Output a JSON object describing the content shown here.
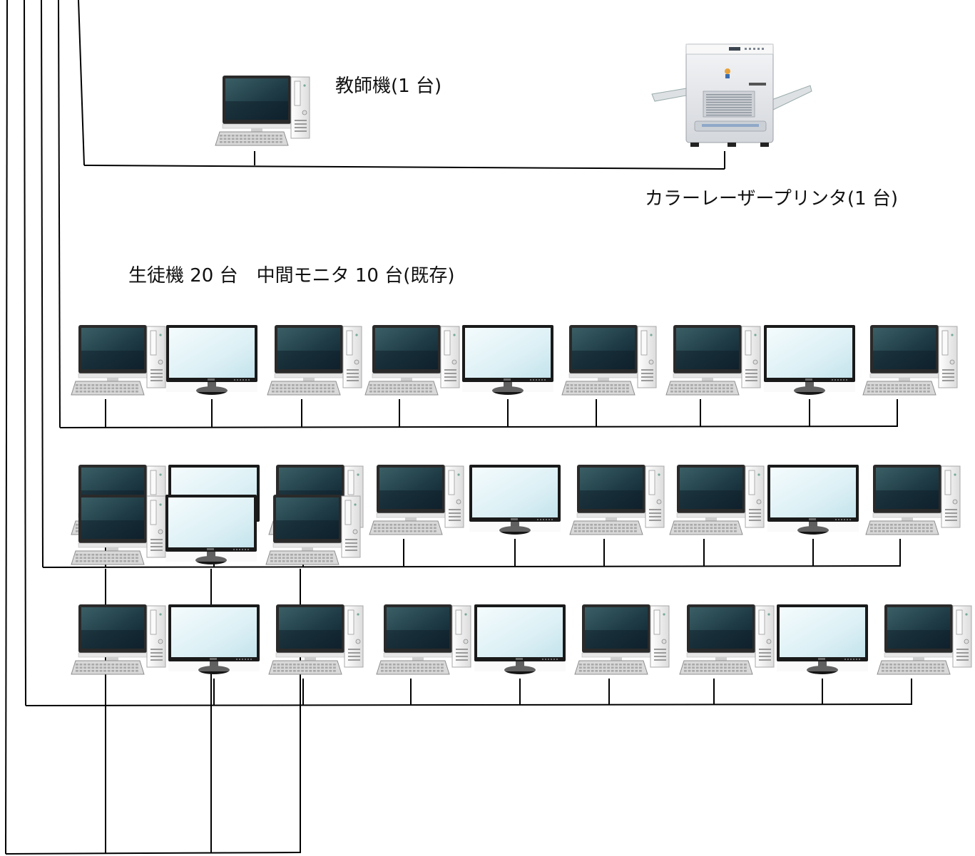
{
  "labels": {
    "teacher": "教師機(1 台)",
    "printer": "カラーレーザープリンタ(1 台)",
    "students": "生徒機 20 台　中間モニタ 10 台(既存)"
  },
  "colors": {
    "line": "#000000",
    "screen_dark": "#1e3a45",
    "screen_light": "#dff1f6",
    "bezel": "#1a1a1a",
    "case": "#f3f3f3",
    "keyboard": "#d9d9d9",
    "printer_body": "#e9ebee"
  },
  "rows": [
    [
      "pc",
      "monitor",
      "pc",
      "pc",
      "monitor",
      "pc",
      "pc",
      "monitor",
      "pc"
    ],
    [
      "pc",
      "monitor",
      "pc",
      "pc",
      "monitor",
      "pc",
      "pc",
      "monitor",
      "pc"
    ],
    [
      "pc",
      "monitor",
      "pc",
      "pc",
      "monitor",
      "pc",
      "pc",
      "monitor",
      "pc"
    ],
    [
      "pc",
      "monitor",
      "pc"
    ]
  ]
}
